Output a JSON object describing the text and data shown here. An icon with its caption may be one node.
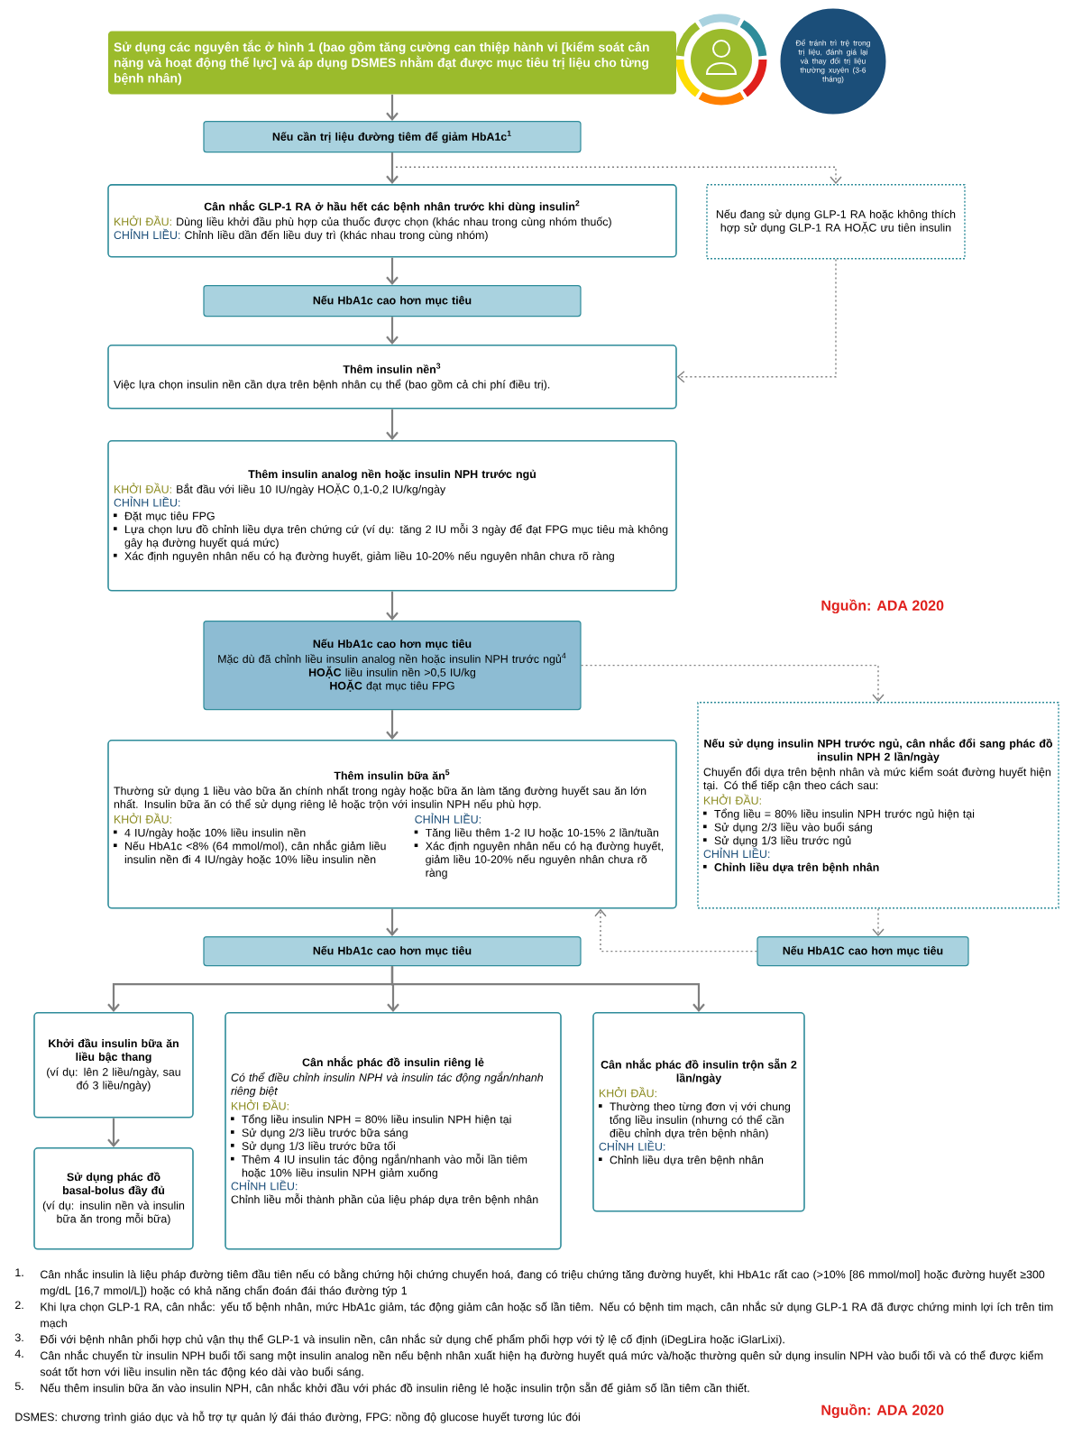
{
  "diagram": {
    "nodes": [
      {
        "text": [
          "Sử dụng các nguyên tắc ở hình 1 (bao gồm tăng cường can thiệp hành vi [kiểm soát cân nặng và hoạt động thể lực] và áp dụng DSMES nhằm đạt được mục tiêu trị liệu cho từng bệnh nhân)"
        ]
      },
      {
        "text": [
          "Để tránh trì trệ trong trị liệu, đánh giá lại và thay đổi trị liệu thường xuyên (3-6 tháng)"
        ]
      },
      {
        "text": [
          "Nếu cần trị liệu đường tiêm để giảm HbA1c$^{1}$"
        ]
      },
      {
        "text": [
          "Cân nhắc GLP-1 RA ở hầu hết các bệnh nhân trước khi dùng insulin$^{2}$",
          "KHỞI ĐẦU:",
          "Dùng liều khởi đầu phù hợp của thuốc được chọn (khác nhau trong cùng nhóm thuốc)",
          "CHỈNH LIỀU:",
          "Chỉnh liều dần đến liều duy trì (khác nhau trong cùng nhóm)"
        ]
      },
      {
        "text": [
          "Nếu đang sử dụng GLP-1 RA hoặc không thích hợp sử dụng GLP-1 RA HOẶC ưu tiên insulin"
        ]
      },
      {
        "text": [
          "Nếu HbA1c cao hơn mục tiêu"
        ]
      },
      {
        "text": [
          "Thêm insulin nền$^{3}$",
          "Việc lựa chọn insulin nền cần dựa trên bệnh nhân cụ thể (bao gồm cả chi phí điều trị)."
        ]
      },
      {
        "text": [
          "Thêm insulin analog nền hoặc insulin NPH trước ngủ",
          "KHỞI ĐẦU:",
          "Bắt đầu với liều 10 IU/ngày HOẶC 0,1-0,2 IU/kg/ngày",
          "CHỈNH LIỀU:",
          "Đặt mục tiêu FPG",
          "Lựa chọn lưu đồ chỉnh liều dựa trên chứng cứ (ví dụ: tăng 2 IU mỗi 3 ngày để đạt FPG mục tiêu mà không gây hạ đường huyết quá mức)",
          "Xác định nguyên nhân nếu có hạ đường huyết, giảm liều 10-20% nếu nguyên nhân chưa rõ ràng"
        ]
      },
      {
        "text": [
          "Nếu HbA1c cao hơn mục tiêu",
          "Mặc dù đã chỉnh liều insulin analog nền hoặc insulin NPH trước ngủ$^{4}$",
          "**HOẶC** liều insulin nền >0,5 IU/kg",
          "**HOẶC** đạt mục tiêu FPG"
        ]
      },
      {
        "text": [
          "Thêm insulin bữa ăn$^{5}$",
          "Thường sử dụng 1 liều vào bữa ăn chính nhất trong ngày hoặc bữa ăn làm tăng đường huyết sau ăn lớn nhất. Insulin bữa ăn có thể sử dụng riêng lẻ hoặc trộn với insulin NPH nếu phù hợp.",
          "KHỞI ĐẦU:",
          "4 IU/ngày hoặc 10% liều insulin nền",
          "Nếu HbA1c <8% (64 mmol/mol), cân nhắc giảm liều insulin nền đi 4 IU/ngày hoặc 10% liều insulin nền",
          "CHỈNH LIỀU:",
          "Tăng liều thêm 1-2 IU hoặc 10-15% 2 lần/tuần",
          "Xác định nguyên nhân nếu có hạ đường huyết, giảm liều 10-20% nếu nguyên nhân chưa rõ ràng"
        ]
      },
      {
        "text": [
          "Nếu sử dụng insulin NPH trước ngủ, cân nhắc đổi sang phác đồ insulin NPH 2 lần/ngày",
          "Chuyển đổi dựa trên bệnh nhân và mức kiểm soát đường huyết hiện tại. Có thể tiếp cận theo cách sau:",
          "KHỞI ĐẦU:",
          "Tổng liều = 80% liều insulin NPH trước ngủ hiện tại",
          "Sử dụng 2/3 liều vào buổi sáng",
          "Sử dụng 1/3 liều trước ngủ",
          "CHỈNH LIỀU:",
          "Chỉnh liều dựa trên bệnh nhân"
        ]
      },
      {
        "text": [
          "Nếu HbA1c cao hơn mục tiêu"
        ]
      },
      {
        "text": [
          "Nếu HbA1C cao hơn mục tiêu"
        ]
      },
      {
        "text": [
          "Khởi đầu insulin bữa ăn liều bậc thang",
          "(ví dụ: lên 2 liều/ngày, sau đó 3 liều/ngày)"
        ]
      },
      {
        "text": [
          "Sử dụng phác đồ basal-bolus đầy đủ",
          "(ví dụ: insulin nền và insulin bữa ăn trong mỗi bữa)"
        ]
      },
      {
        "text": [
          "Cân nhắc phác đồ insulin riêng lẻ",
          "Có thể điều chỉnh insulin NPH và insulin tác động ngắn/nhanh riêng biệt",
          "KHỞI ĐẦU:",
          "Tổng liều insulin NPH = 80% liều insulin NPH hiện tại",
          "Sử dụng 2/3 liều trước bữa sáng",
          "Sử dụng 1/3 liều trước bữa tối",
          "Thêm 4 IU insulin tác động ngắn/nhanh vào mỗi lần tiêm hoặc 10% liều insulin NPH giảm xuống",
          "CHỈNH LIỀU:",
          "Chỉnh liều mỗi thành phần của liệu pháp dựa trên bệnh nhân"
        ]
      },
      {
        "text": [
          "Cân nhắc phác đồ insulin trộn sẵn 2 lần/ngày",
          "KHỞI ĐẦU:",
          "Thường theo từng đơn vị với chung tổng liều insulin (nhưng có thể cần điều chỉnh dựa trên bệnh nhân)",
          "CHỈNH LIỀU:",
          "Chỉnh liều dựa trên bệnh nhân"
        ]
      }
    ],
    "edges": [
      {
        "from": 0,
        "to": 2,
        "arrow": "to"
      },
      {
        "from": 2,
        "to": 3,
        "arrow": "to"
      },
      {
        "from": 2,
        "to": 4,
        "arrow": "to",
        "style": "dashed"
      },
      {
        "from": 3,
        "to": 5,
        "arrow": "to"
      },
      {
        "from": 4,
        "to": 6,
        "arrow": "to",
        "style": "dashed"
      },
      {
        "from": 5,
        "to": 6,
        "arrow": "to"
      },
      {
        "from": 6,
        "to": 7,
        "arrow": "to"
      },
      {
        "from": 7,
        "to": 8,
        "arrow": "to"
      },
      {
        "from": 8,
        "to": 9,
        "arrow": "to"
      },
      {
        "from": 8,
        "to": 10,
        "arrow": "to",
        "style": "dashed"
      },
      {
        "from": 9,
        "to": 11,
        "arrow": "to"
      },
      {
        "from": 10,
        "to": 12,
        "arrow": "to",
        "style": "dashed"
      },
      {
        "from": 12,
        "to": 9,
        "arrow": "to",
        "style": "dashed"
      },
      {
        "from": 11,
        "to": 13,
        "arrow": "to"
      },
      {
        "from": 11,
        "to": 15,
        "arrow": "to"
      },
      {
        "from": 11,
        "to": 16,
        "arrow": "to"
      },
      {
        "from": 13,
        "to": 14,
        "arrow": "to"
      }
    ],
    "labels": [
      "Nguồn: ADA 2020",
      "1.",
      "Cân nhắc insulin là liệu pháp đường tiêm đầu tiên nếu có bằng chứng hội chứng chuyển hoá, đang có triệu chứng tăng đường huyết, khi HbA1c rất cao (>10% [86 mmol/mol] hoặc đường huyết ≥300 mg/dL [16,7 mmol/L]) hoặc có khả năng chẩn đoán đái tháo đường týp 1",
      "2.",
      "Khi lựa chọn GLP-1 RA, cân nhắc: yếu tố bệnh nhân, mức HbA1c giảm, tác động giảm cân hoặc số lần tiêm. Nếu có bệnh tim mạch, cân nhắc sử dụng GLP-1 RA đã được chứng minh lợi ích trên tim mạch",
      "3.",
      "Đối với bệnh nhân phối hợp chủ vận thụ thể GLP-1 và insulin nền, cân nhắc sử dụng chế phẩm phối hợp với tỷ lệ cố định (iDegLira hoặc iGlarLixi).",
      "4.",
      "Cân nhắc chuyển từ insulin NPH buổi tối sang một insulin analog nền nếu bệnh nhân xuất hiện hạ đường huyết quá mức và/hoặc thường quên sử dụng insulin NPH vào buổi tối và có thể được kiểm soát tốt hơn với liều insulin nền tác động kéo dài vào buổi sáng.",
      "5.",
      "Nếu thêm insulin bữa ăn vào insulin NPH, cân nhắc khởi đầu với phác đồ insulin riêng lẻ hoặc insulin trộn sẵn để giảm số lần tiêm cần thiết.",
      "DSMES: chương trình giáo dục và hỗ trợ tự quản lý đái tháo đường, FPG: nồng độ glucose huyết tương lúc đói",
      "Nguồn: ADA 2020"
    ]
  }
}
